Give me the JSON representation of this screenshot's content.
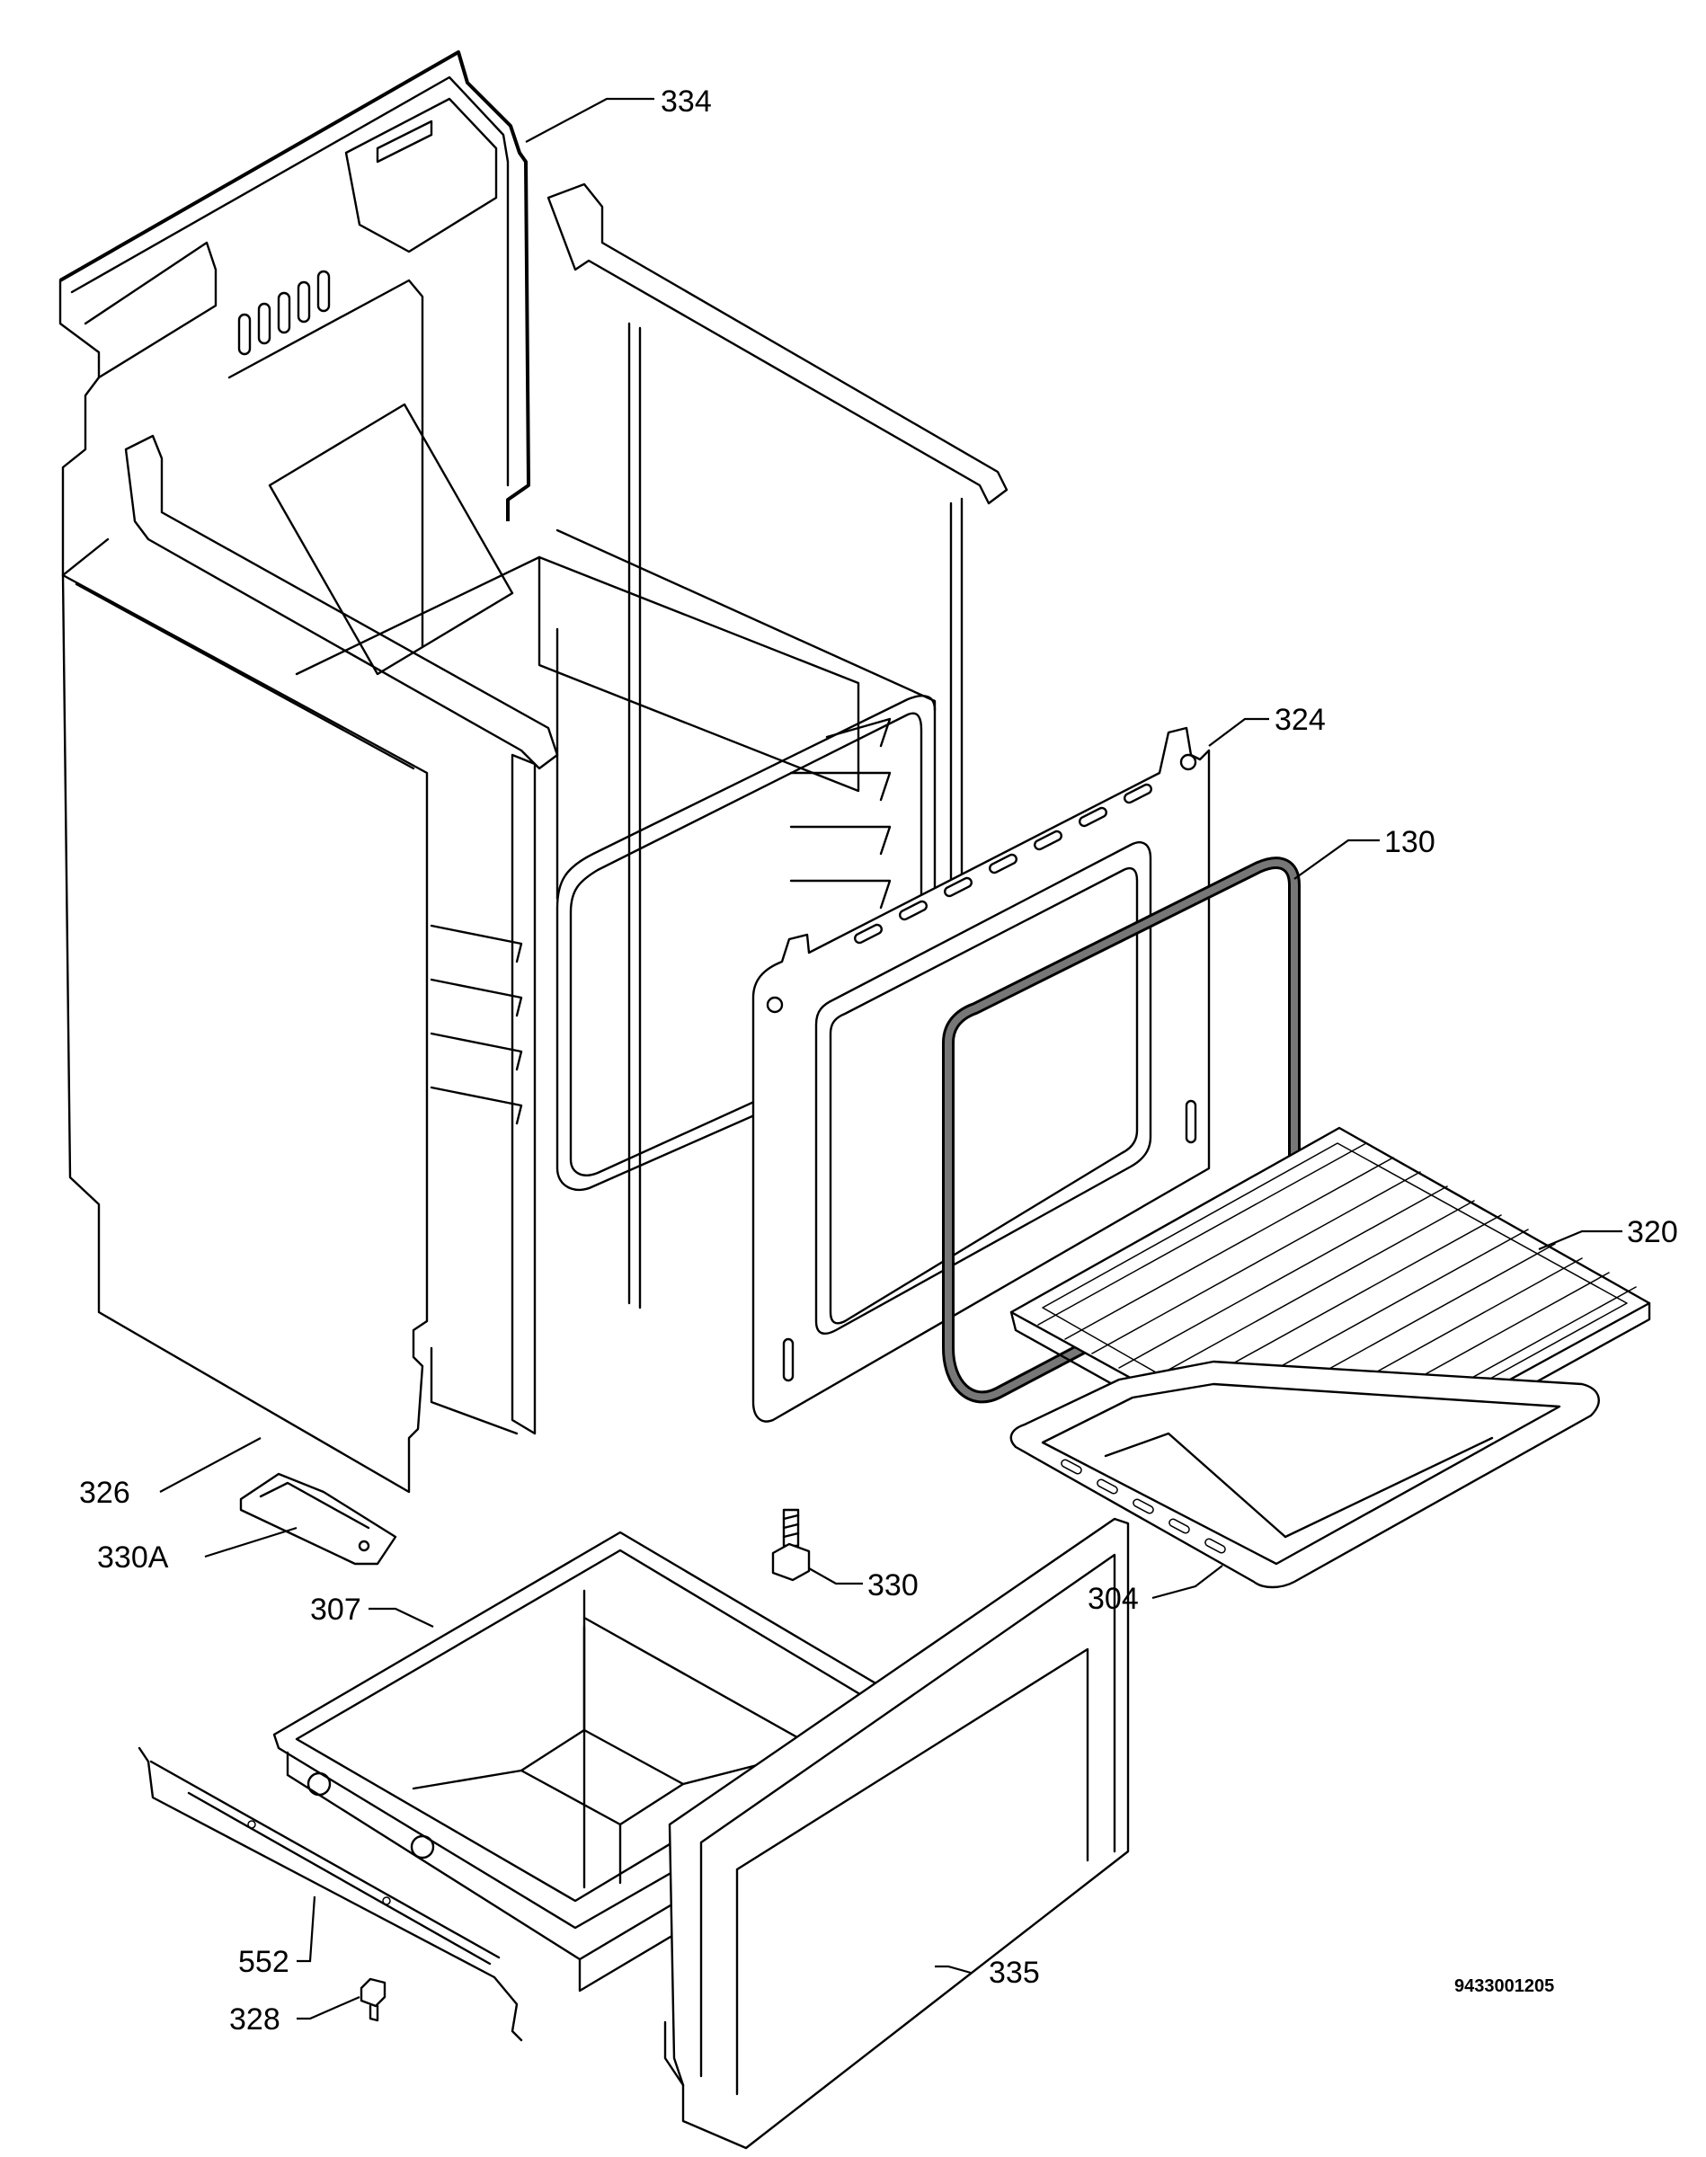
{
  "callouts": [
    {
      "id": "334",
      "text": "334"
    },
    {
      "id": "324",
      "text": "324"
    },
    {
      "id": "130",
      "text": "130"
    },
    {
      "id": "320",
      "text": "320"
    },
    {
      "id": "326",
      "text": "326"
    },
    {
      "id": "330A",
      "text": "330A"
    },
    {
      "id": "330",
      "text": "330"
    },
    {
      "id": "304",
      "text": "304"
    },
    {
      "id": "307",
      "text": "307"
    },
    {
      "id": "552",
      "text": "552"
    },
    {
      "id": "328",
      "text": "328"
    },
    {
      "id": "335",
      "text": "335"
    }
  ],
  "document_number": "9433001205"
}
